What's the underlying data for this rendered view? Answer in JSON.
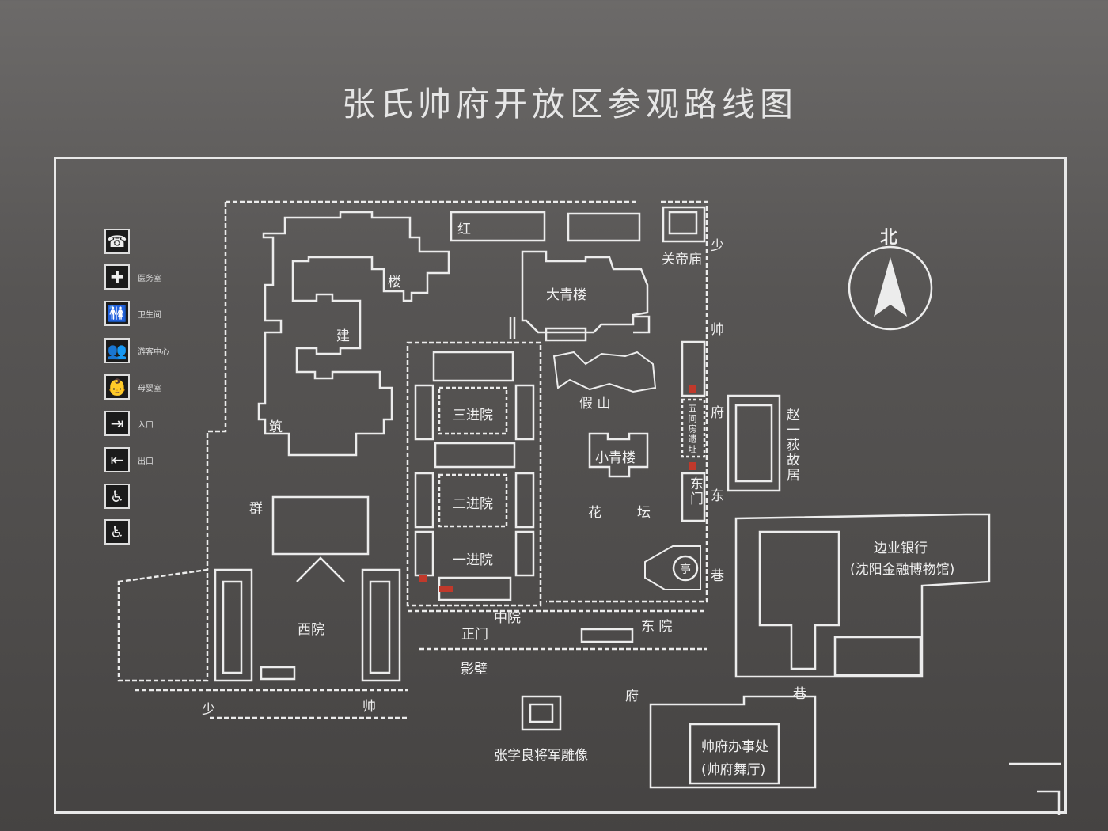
{
  "title": "张氏帅府开放区参观路线图",
  "compass": {
    "north_label": "北",
    "icon": "north-arrow-icon"
  },
  "legend": [
    {
      "icon": "telephone-icon",
      "glyph": "☎",
      "label": ""
    },
    {
      "icon": "first-aid-icon",
      "glyph": "✚",
      "label": "医务室"
    },
    {
      "icon": "restroom-icon",
      "glyph": "🚻",
      "label": "卫生间"
    },
    {
      "icon": "visitor-center-icon",
      "glyph": "👥",
      "label": "游客中心"
    },
    {
      "icon": "baby-care-icon",
      "glyph": "👶",
      "label": "母婴室"
    },
    {
      "icon": "entrance-icon",
      "glyph": "⇥",
      "label": "入口"
    },
    {
      "icon": "exit-icon",
      "glyph": "⇤",
      "label": "出口"
    },
    {
      "icon": "wheelchair-icon",
      "glyph": "♿",
      "label": ""
    },
    {
      "icon": "wheelchair-icon-2",
      "glyph": "♿",
      "label": ""
    }
  ],
  "labels": {
    "hong": "红",
    "lou": "楼",
    "jian": "建",
    "zhu": "筑",
    "qun": "群",
    "daqinglou": "大青楼",
    "guandimiao": "关帝庙",
    "jiashan": "假 山",
    "xiaoqinglou": "小青楼",
    "huatan_hua": "花",
    "huatan_tan": "坛",
    "sanjinyuan": "三进院",
    "erjinyuan": "二进院",
    "yijinyuan": "一进院",
    "zhongyuan": "中院",
    "zhengmen": "正门",
    "yingbi": "影壁",
    "xiyuan": "西院",
    "dongyuan": "东 院",
    "dongmen": "东门",
    "wujianfang": "五间房遗址",
    "zhaoyidi": "赵一荻故居",
    "ting": "亭",
    "bianye_1": "边业银行",
    "bianye_2": "(沈阳金融博物馆)",
    "statue": "张学良将军雕像",
    "office_1": "帅府办事处",
    "office_2": "(帅府舞厅)",
    "lane_e_1": "少",
    "lane_e_2": "帅",
    "lane_e_3": "府",
    "lane_e_4": "东",
    "lane_e_5": "巷",
    "lane_s_1": "少",
    "lane_s_2": "帅",
    "lane_s_3": "府",
    "lane_s_4": "巷"
  }
}
